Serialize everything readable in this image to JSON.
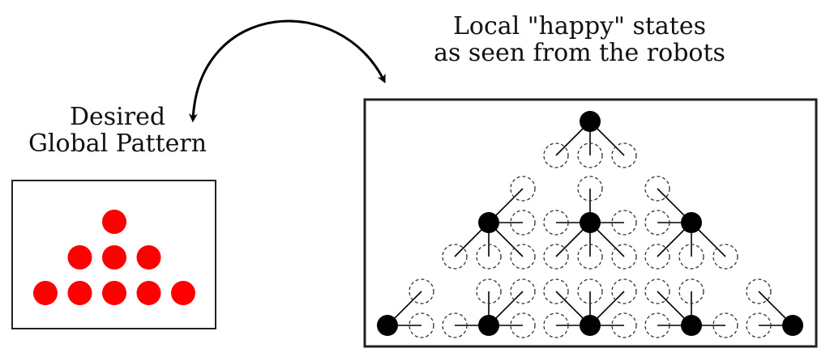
{
  "captions": {
    "global_line1": "Desired",
    "global_line2": "Global Pattern",
    "local_line1": "Local \"happy\" states",
    "local_line2": "as seen from the robots"
  },
  "colors": {
    "pattern_dot": "#ff0000",
    "robot": "#000000",
    "neighbor_stroke": "#333333",
    "frame": "#222222"
  },
  "global_pattern": {
    "rows": [
      1,
      3,
      5
    ]
  },
  "local_states": {
    "rows": [
      [
        {
          "neighbors": [
            "SW",
            "S",
            "SE"
          ]
        }
      ],
      [
        {
          "neighbors": [
            "NE",
            "E",
            "SW",
            "S",
            "SE"
          ]
        },
        {
          "neighbors": [
            "W",
            "N",
            "E",
            "SW",
            "S",
            "SE"
          ]
        },
        {
          "neighbors": [
            "NW",
            "W",
            "SW",
            "S",
            "SE"
          ]
        }
      ],
      [
        {
          "neighbors": [
            "NE",
            "E"
          ]
        },
        {
          "neighbors": [
            "W",
            "N",
            "NE",
            "E"
          ]
        },
        {
          "neighbors": [
            "W",
            "NW",
            "N",
            "NE",
            "E"
          ]
        },
        {
          "neighbors": [
            "W",
            "NW",
            "N",
            "E"
          ]
        },
        {
          "neighbors": [
            "W",
            "NW"
          ]
        }
      ]
    ]
  }
}
